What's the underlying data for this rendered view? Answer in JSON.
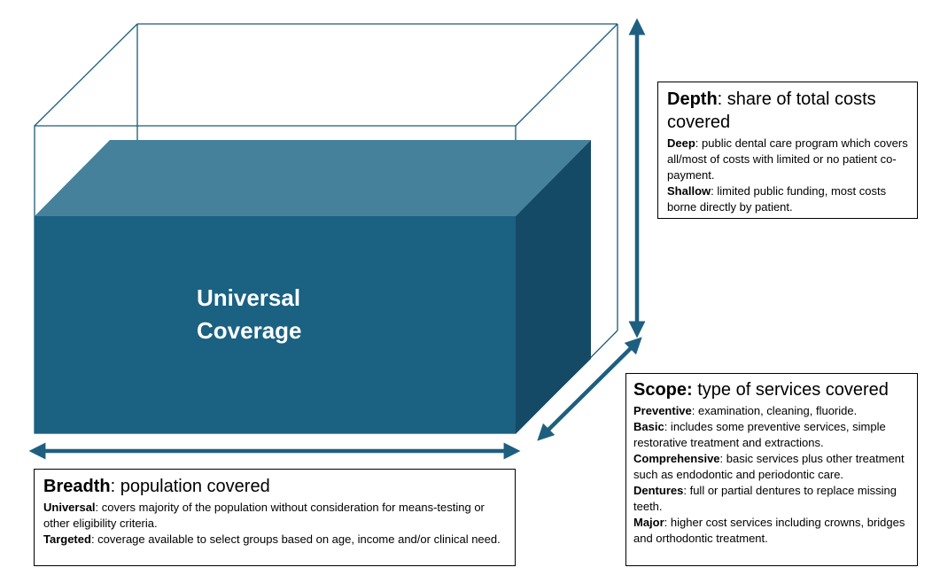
{
  "colors": {
    "front": "#1a6182",
    "top": "#46819b",
    "side": "#154a67",
    "arrow": "#1e5f80",
    "outline": "#1a5a78"
  },
  "cube": {
    "label_line1": "Universal",
    "label_line2": "Coverage"
  },
  "depth": {
    "title": "Depth",
    "subtitle": ": share of total costs covered",
    "items": [
      {
        "term": "Deep",
        "desc": ": public dental care program which covers all/most of costs with limited or no patient co-payment."
      },
      {
        "term": "Shallow",
        "desc": ": limited public funding, most costs borne directly by patient."
      }
    ]
  },
  "scope": {
    "title": "Scope:",
    "subtitle": " type of services covered",
    "items": [
      {
        "term": "Preventive",
        "desc": ": examination, cleaning, fluoride."
      },
      {
        "term": "Basic",
        "desc": ": includes some preventive services, simple restorative treatment and extractions."
      },
      {
        "term": "Comprehensive",
        "desc": ": basic services plus other treatment such as endodontic and periodontic care."
      },
      {
        "term": "Dentures",
        "desc": ": full or partial dentures to replace missing teeth."
      },
      {
        "term": "Major",
        "desc": ": higher cost services including crowns, bridges and orthodontic treatment."
      }
    ]
  },
  "breadth": {
    "title": "Breadth",
    "subtitle": ": population covered",
    "items": [
      {
        "term": "Universal",
        "desc": ": covers majority of the population without consideration for means-testing or other eligibility criteria."
      },
      {
        "term": "Targeted",
        "desc": ": coverage available to select groups based on age, income and/or clinical need."
      }
    ]
  }
}
